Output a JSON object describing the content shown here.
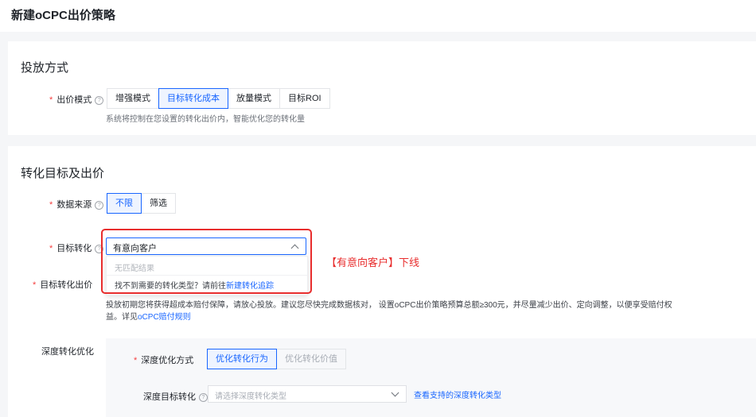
{
  "page": {
    "title": "新建oCPC出价策略"
  },
  "bid_method": {
    "section_title": "投放方式",
    "label": "出价模式",
    "options": [
      "增强模式",
      "目标转化成本",
      "放量模式",
      "目标ROI"
    ],
    "selected": "目标转化成本",
    "hint": "系统将控制在您设置的转化出价内，智能优化您的转化量"
  },
  "conversion": {
    "section_title": "转化目标及出价",
    "data_source": {
      "label": "数据来源",
      "options": [
        "不限",
        "筛选"
      ],
      "selected": "不限"
    },
    "target": {
      "label": "目标转化",
      "value": "有意向客户",
      "dropdown": {
        "empty_text": "无匹配结果",
        "footer_text": "找不到需要的转化类型？请前往",
        "footer_link": "新建转化追踪"
      }
    },
    "bid_label": "目标转化出价",
    "bid_note_part1": "投放初期您将获得超成本赔付保障，请放心投放。建议您尽快完成数据核对， 设置oCPC出价策略预算总额≥300元，并尽量减少出价、定向调整，以便享受赔付权",
    "bid_note_part2": "益。详见",
    "bid_note_link": "oCPC赔付规则"
  },
  "annotation": {
    "text": "【有意向客户】下线",
    "color": "#e82d2d"
  },
  "deep": {
    "label": "深度转化优化",
    "method": {
      "label": "深度优化方式",
      "options": [
        "优化转化行为",
        "优化转化价值"
      ],
      "selected": "优化转化行为"
    },
    "target": {
      "label": "深度目标转化",
      "placeholder": "请选择深度转化类型",
      "link": "查看支持的深度转化类型"
    }
  },
  "colors": {
    "accent": "#1966ff",
    "required": "#f53f3f",
    "annotation": "#e82d2d"
  }
}
